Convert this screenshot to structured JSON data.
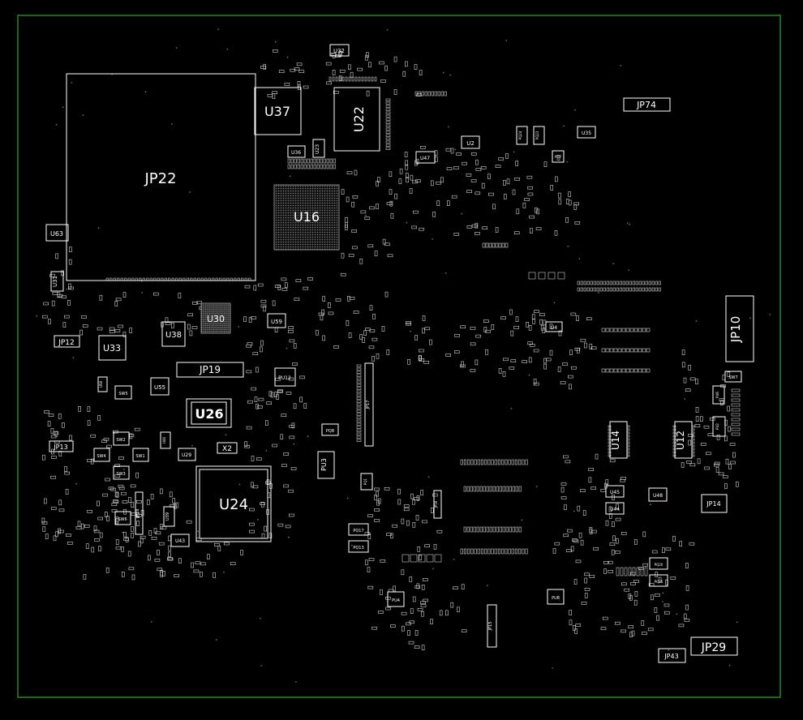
{
  "colors": {
    "background": "#000000",
    "board_outline": "#1f8a1f",
    "component": "#ffffff",
    "pad": "#d0d0d0",
    "via": "#2a8a6a"
  },
  "labels": {
    "jp22": "JP22",
    "u37": "U37",
    "u22": "U22",
    "u16": "U16",
    "u32": "U32",
    "u36": "U36",
    "u23": "U23",
    "u47": "U47",
    "u2": "U2",
    "u35": "U35",
    "jp74": "JP74",
    "pq24": "PQ24",
    "pq23": "PQ23",
    "pq7": "PQ7",
    "u63": "U63",
    "u31": "U31",
    "u30": "U30",
    "u59": "U59",
    "u38": "U38",
    "jp12": "JP12",
    "u33": "U33",
    "jp19": "JP19",
    "pu12": "PU12",
    "u55": "U55",
    "u26": "U26",
    "sw5": "SW5",
    "u58": "U58",
    "sw2": "SW2",
    "sw4": "SW4",
    "sw1": "SW1",
    "sw3": "SW3",
    "u46": "U46",
    "u29": "U29",
    "x2": "X2",
    "jp13": "JP13",
    "u24": "U24",
    "jp28": "JP28",
    "sw6": "SW6",
    "u39": "U39",
    "u43": "U43",
    "jp17": "JP17",
    "pq8": "PQ8",
    "pu3": "PU3",
    "pq17": "PQ17",
    "pq13": "PQ13",
    "pq1": "PQ1",
    "jp15": "JP15",
    "pu4": "PU4",
    "jp16": "JP16",
    "u4": "U4",
    "jp10": "JP10",
    "sw7": "SW7",
    "pu8": "PU8",
    "pu2": "PU2",
    "u14": "U14",
    "u12": "U12",
    "u45": "U45",
    "u48": "U48",
    "u44": "U44",
    "jp14": "JP14",
    "pu6": "PU6",
    "pq20": "PQ20",
    "pq26": "PQ26",
    "jp29": "JP29",
    "jp43": "JP43"
  }
}
